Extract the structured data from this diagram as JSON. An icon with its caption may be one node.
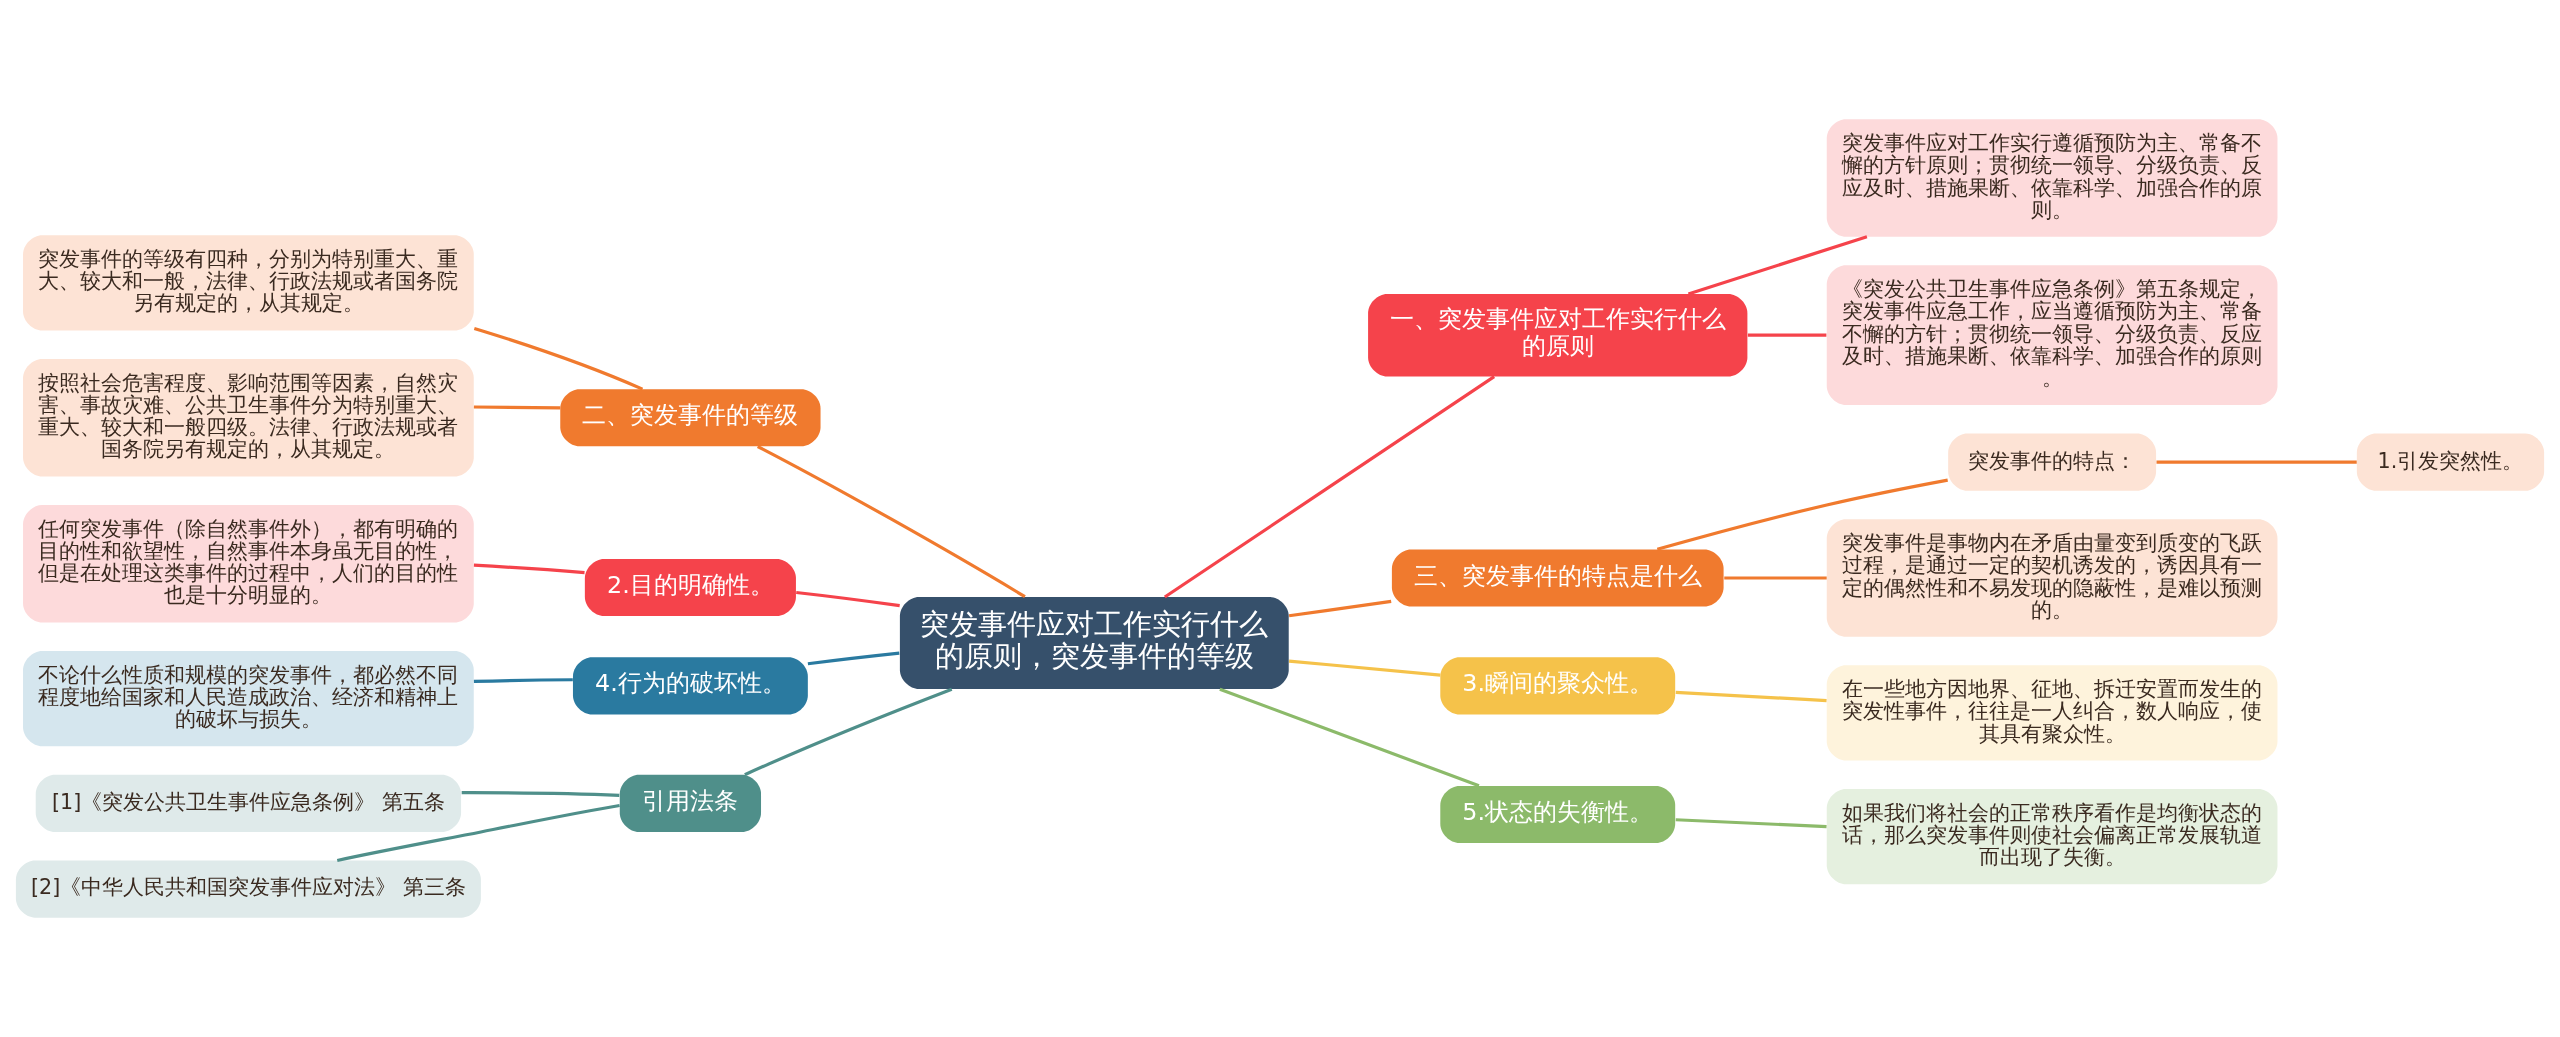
{
  "diagram": {
    "nodes": [
      {
        "text": [
          "突发事件应对工作实行什么的原则，突发事件的等级"
        ]
      },
      {
        "text": [
          "一、突发事件应对工作实行什么的原则"
        ]
      },
      {
        "text": [
          "突发事件应对工作实行遵循预防为主、常备不懈的方针原则；贯彻统一领导、分级负责、反应及时、措施果断、依靠科学、加强合作的原则。"
        ]
      },
      {
        "text": [
          "《突发公共卫生事件应急条例》第五条规定，突发事件应急工作，应当遵循预防为主、常备不懈的方针；贯彻统一领导、分级负责、反应及时、措施果断、依靠科学、加强合作的原则。"
        ]
      },
      {
        "text": [
          "三、突发事件的特点是什么"
        ]
      },
      {
        "text": [
          "突发事件的特点："
        ]
      },
      {
        "text": [
          "1.引发突然性。"
        ]
      },
      {
        "text": [
          "突发事件是事物内在矛盾由量变到质变的飞跃过程，是通过一定的契机诱发的，诱因具有一定的偶然性和不易发现的隐蔽性，是难以预测的。"
        ]
      },
      {
        "text": [
          "3.瞬间的聚众性。"
        ]
      },
      {
        "text": [
          "在一些地方因地界、征地、拆迁安置而发生的突发性事件，往往是一人纠合，数人响应，使其具有聚众性。"
        ]
      },
      {
        "text": [
          "5.状态的失衡性。"
        ]
      },
      {
        "text": [
          "如果我们将社会的正常秩序看作是均衡状态的话，那么突发事件则使社会偏离正常发展轨道而出现了失衡。"
        ]
      },
      {
        "text": [
          "二、突发事件的等级"
        ]
      },
      {
        "text": [
          "突发事件的等级有四种，分别为特别重大、重大、较大和一般，法律、行政法规或者国务院另有规定的，从其规定。"
        ]
      },
      {
        "text": [
          "按照社会危害程度、影响范围等因素，自然灾害、事故灾难、公共卫生事件分为特别重大、重大、较大和一般四级。法律、行政法规或者国务院另有规定的，从其规定。"
        ]
      },
      {
        "text": [
          "2.目的明确性。"
        ]
      },
      {
        "text": [
          "任何突发事件（除自然事件外），都有明确的目的性和欲望性，自然事件本身虽无目的性，但是在处理这类事件的过程中，人们的目的性也是十分明显的。"
        ]
      },
      {
        "text": [
          "4.行为的破坏性。"
        ]
      },
      {
        "text": [
          "不论什么性质和规模的突发事件，都必然不同程度地给国家和人民造成政治、经济和精神上的破坏与损失。"
        ]
      },
      {
        "text": [
          "引用法条"
        ]
      },
      {
        "text": [
          "[1]《突发公共卫生事件应急条例》 第五条"
        ]
      },
      {
        "text": [
          "[2]《中华人民共和国突发事件应对法》 第三条"
        ]
      }
    ],
    "edges": [
      {
        "from": 0,
        "to": 1,
        "arrow": "none",
        "color": "#f5434b"
      },
      {
        "from": 1,
        "to": 2,
        "arrow": "none",
        "color": "#f5434b"
      },
      {
        "from": 1,
        "to": 3,
        "arrow": "none",
        "color": "#f5434b"
      },
      {
        "from": 0,
        "to": 4,
        "arrow": "none",
        "color": "#f07a2e"
      },
      {
        "from": 4,
        "to": 5,
        "arrow": "none",
        "color": "#f07a2e"
      },
      {
        "from": 5,
        "to": 6,
        "arrow": "none",
        "color": "#f07a2e"
      },
      {
        "from": 4,
        "to": 7,
        "arrow": "none",
        "color": "#f07a2e"
      },
      {
        "from": 0,
        "to": 8,
        "arrow": "none",
        "color": "#f5c24a"
      },
      {
        "from": 8,
        "to": 9,
        "arrow": "none",
        "color": "#f5c24a"
      },
      {
        "from": 0,
        "to": 10,
        "arrow": "none",
        "color": "#8cba6a"
      },
      {
        "from": 10,
        "to": 11,
        "arrow": "none",
        "color": "#8cba6a"
      },
      {
        "from": 0,
        "to": 12,
        "arrow": "none",
        "color": "#f07a2e"
      },
      {
        "from": 12,
        "to": 13,
        "arrow": "none",
        "color": "#f07a2e"
      },
      {
        "from": 12,
        "to": 14,
        "arrow": "none",
        "color": "#f07a2e"
      },
      {
        "from": 0,
        "to": 15,
        "arrow": "none",
        "color": "#f5434b"
      },
      {
        "from": 15,
        "to": 16,
        "arrow": "none",
        "color": "#f5434b"
      },
      {
        "from": 0,
        "to": 17,
        "arrow": "none",
        "color": "#2a7aa0"
      },
      {
        "from": 17,
        "to": 18,
        "arrow": "none",
        "color": "#2a7aa0"
      },
      {
        "from": 0,
        "to": 19,
        "arrow": "none",
        "color": "#4f8f8a"
      },
      {
        "from": 19,
        "to": 20,
        "arrow": "none",
        "color": "#4f8f8a"
      },
      {
        "from": 19,
        "to": 21,
        "arrow": "none",
        "color": "#4f8f8a"
      }
    ]
  }
}
